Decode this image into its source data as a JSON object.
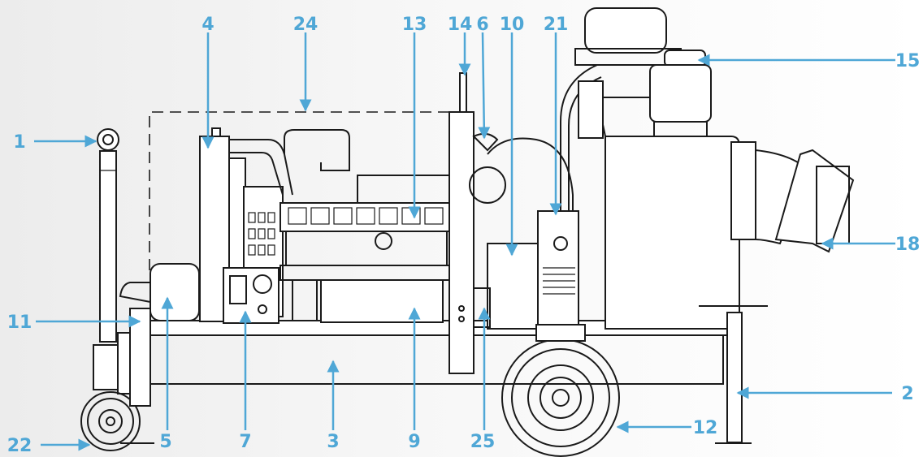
{
  "callouts": [
    {
      "id": "c1",
      "label": "1"
    },
    {
      "id": "c2",
      "label": "2"
    },
    {
      "id": "c3",
      "label": "3"
    },
    {
      "id": "c4",
      "label": "4"
    },
    {
      "id": "c5",
      "label": "5"
    },
    {
      "id": "c6",
      "label": "6"
    },
    {
      "id": "c7",
      "label": "7"
    },
    {
      "id": "c9",
      "label": "9"
    },
    {
      "id": "c10",
      "label": "10"
    },
    {
      "id": "c11",
      "label": "11"
    },
    {
      "id": "c12",
      "label": "12"
    },
    {
      "id": "c13",
      "label": "13"
    },
    {
      "id": "c14",
      "label": "14"
    },
    {
      "id": "c15",
      "label": "15"
    },
    {
      "id": "c18",
      "label": "18"
    },
    {
      "id": "c21",
      "label": "21"
    },
    {
      "id": "c22",
      "label": "22"
    },
    {
      "id": "c24",
      "label": "24"
    },
    {
      "id": "c25",
      "label": "25"
    }
  ],
  "colors": {
    "callout": "#4fa7d6",
    "linework": "#1a1a1a",
    "background": "#f4f4f4"
  }
}
